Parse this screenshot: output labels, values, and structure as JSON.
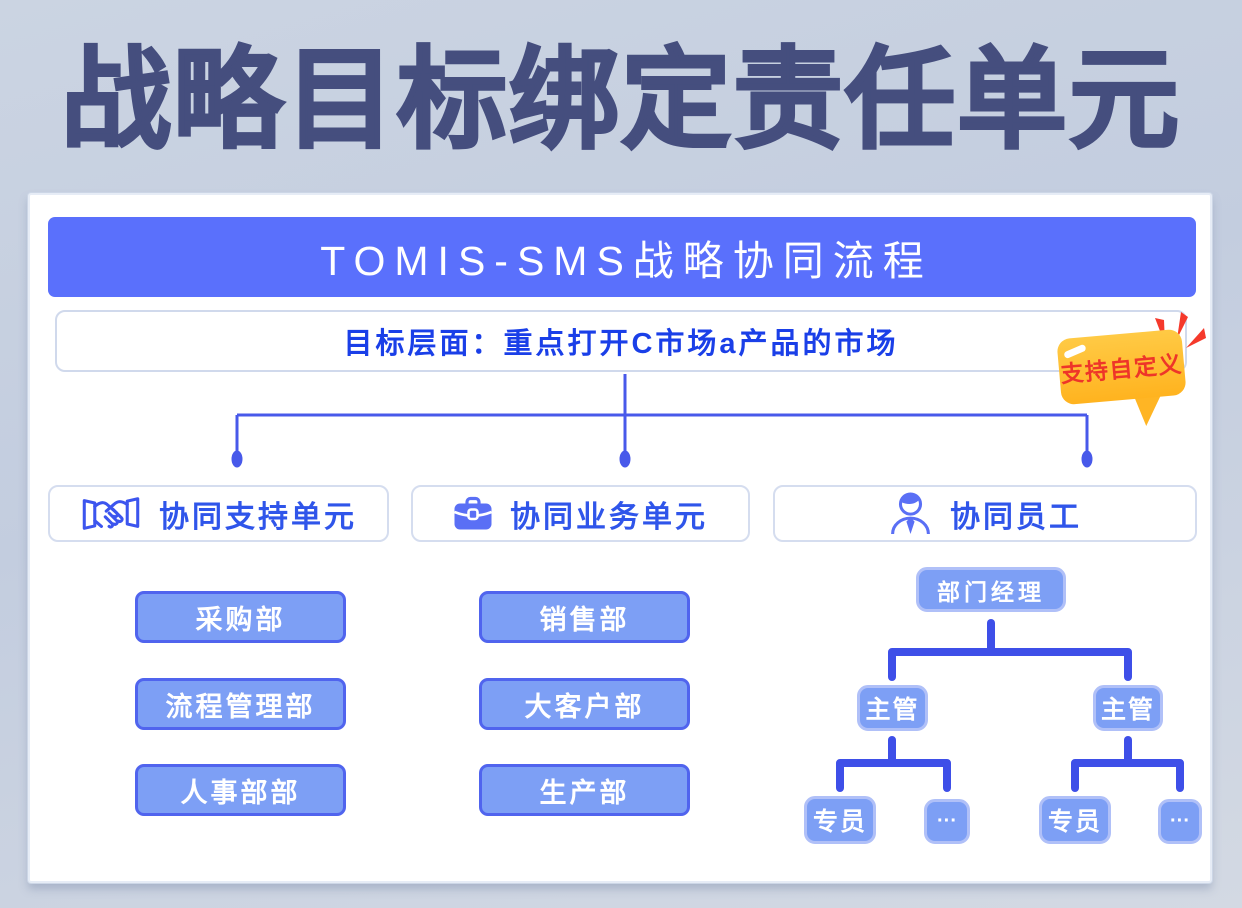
{
  "page": {
    "title": "战略目标绑定责任单元"
  },
  "flow": {
    "header": "TOMIS-SMS战略协同流程",
    "goal": "目标层面：重点打开C市场a产品的市场",
    "badge": "支持自定义",
    "branches": [
      {
        "label": "协同支持单元",
        "icon": "handshake-icon",
        "departments": [
          "采购部",
          "流程管理部",
          "人事部部"
        ]
      },
      {
        "label": "协同业务单元",
        "icon": "briefcase-icon",
        "departments": [
          "销售部",
          "大客户部",
          "生产部"
        ]
      },
      {
        "label": "协同员工",
        "icon": "employee-icon",
        "org": {
          "manager": "部门经理",
          "supervisors": [
            "主管",
            "主管"
          ],
          "staff": [
            "专员",
            "···",
            "专员",
            "···"
          ]
        }
      }
    ]
  },
  "colors": {
    "background": "#c9d2e1",
    "title_text": "#454e7e",
    "header_bar": "#5a70fc",
    "goal_text": "#1a3fe8",
    "branch_text": "#2f55ea",
    "node_fill": "#7d9ff5",
    "node_border": "#5064ee",
    "org_node_border": "#b0c0f8",
    "connector_thin": "#4859ea",
    "connector_thick": "#3e4fe8",
    "badge_fill": "#ffbe2e",
    "badge_text": "#ee3529"
  }
}
